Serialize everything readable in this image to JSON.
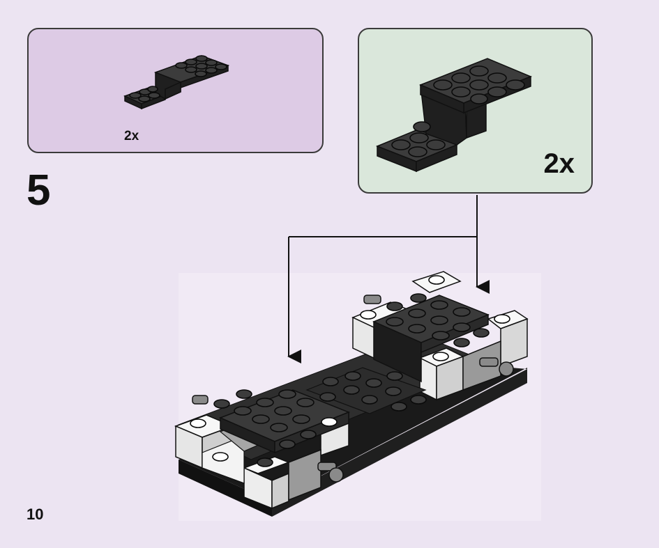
{
  "parts_callout": {
    "quantity": "2x",
    "part_icon": "black-bracket-brick-icon"
  },
  "subassembly_callout": {
    "quantity": "2x",
    "part_icon": "black-bracket-brick-icon"
  },
  "step_number": "5",
  "page_number": "10",
  "model_icon": "car-chassis-assembly-icon",
  "colors": {
    "background": "#ece4f2",
    "parts_panel": "#ddcbe5",
    "subassembly_panel": "#dae7db",
    "brick_black": "#2a2a2a",
    "brick_white": "#f5f5f5",
    "brick_gray": "#9a9a9a"
  }
}
